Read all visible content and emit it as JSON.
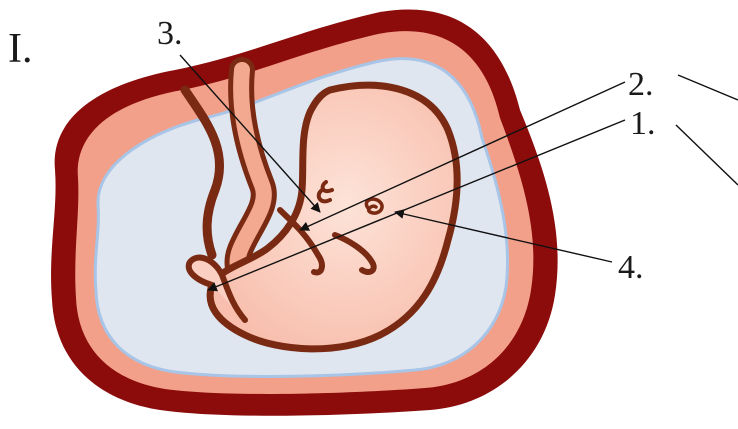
{
  "figure": {
    "panel_label": "I.",
    "labels": {
      "one": "1.",
      "two": "2.",
      "three": "3.",
      "four": "4."
    },
    "colors": {
      "uterine_wall": "#8c0c0c",
      "decidua": "#f2a08a",
      "amniotic_fluid": "#dfe6f0",
      "amnion_line": "#a8c4e6",
      "embryo_skin": "#fbd0c2",
      "embryo_outline": "#7a2a12",
      "pointer": "#111111"
    }
  }
}
